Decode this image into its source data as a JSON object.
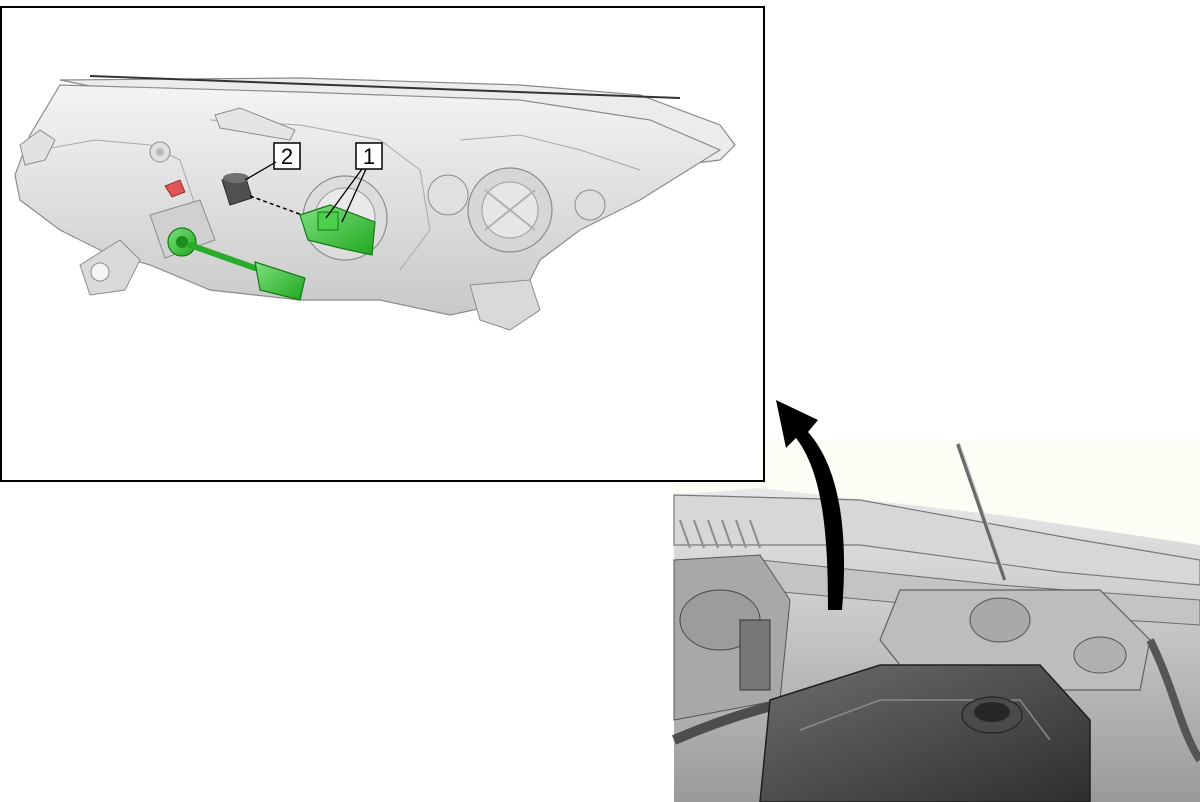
{
  "callouts": [
    {
      "label": "1"
    },
    {
      "label": "2"
    }
  ],
  "highlight_color": "#33cc33",
  "arrow_direction": "up-left"
}
